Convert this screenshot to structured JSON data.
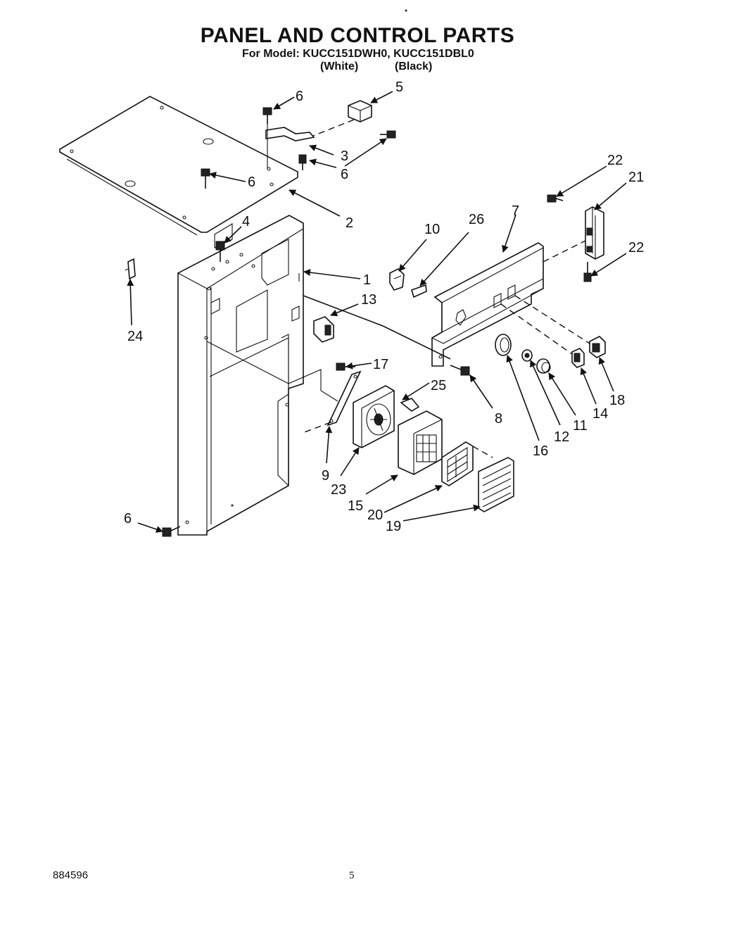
{
  "header": {
    "title": "PANEL AND CONTROL PARTS",
    "model_line": "For Model: KUCC151DWH0, KUCC151DBL0",
    "variant_white": "(White)",
    "variant_black": "(Black)"
  },
  "callouts": {
    "c1": "1",
    "c2": "2",
    "c3": "3",
    "c4": "4",
    "c5": "5",
    "c6a": "6",
    "c6b": "6",
    "c6c": "6",
    "c6d": "6",
    "c7": "7",
    "c8": "8",
    "c9": "9",
    "c10": "10",
    "c11": "11",
    "c12": "12",
    "c13": "13",
    "c14": "14",
    "c15": "15",
    "c16": "16",
    "c17": "17",
    "c18": "18",
    "c19": "19",
    "c20": "20",
    "c21": "21",
    "c22a": "22",
    "c22b": "22",
    "c23": "23",
    "c24": "24",
    "c25": "25",
    "c26": "26"
  },
  "footer": {
    "doc_number": "884596",
    "page_number": "5"
  }
}
